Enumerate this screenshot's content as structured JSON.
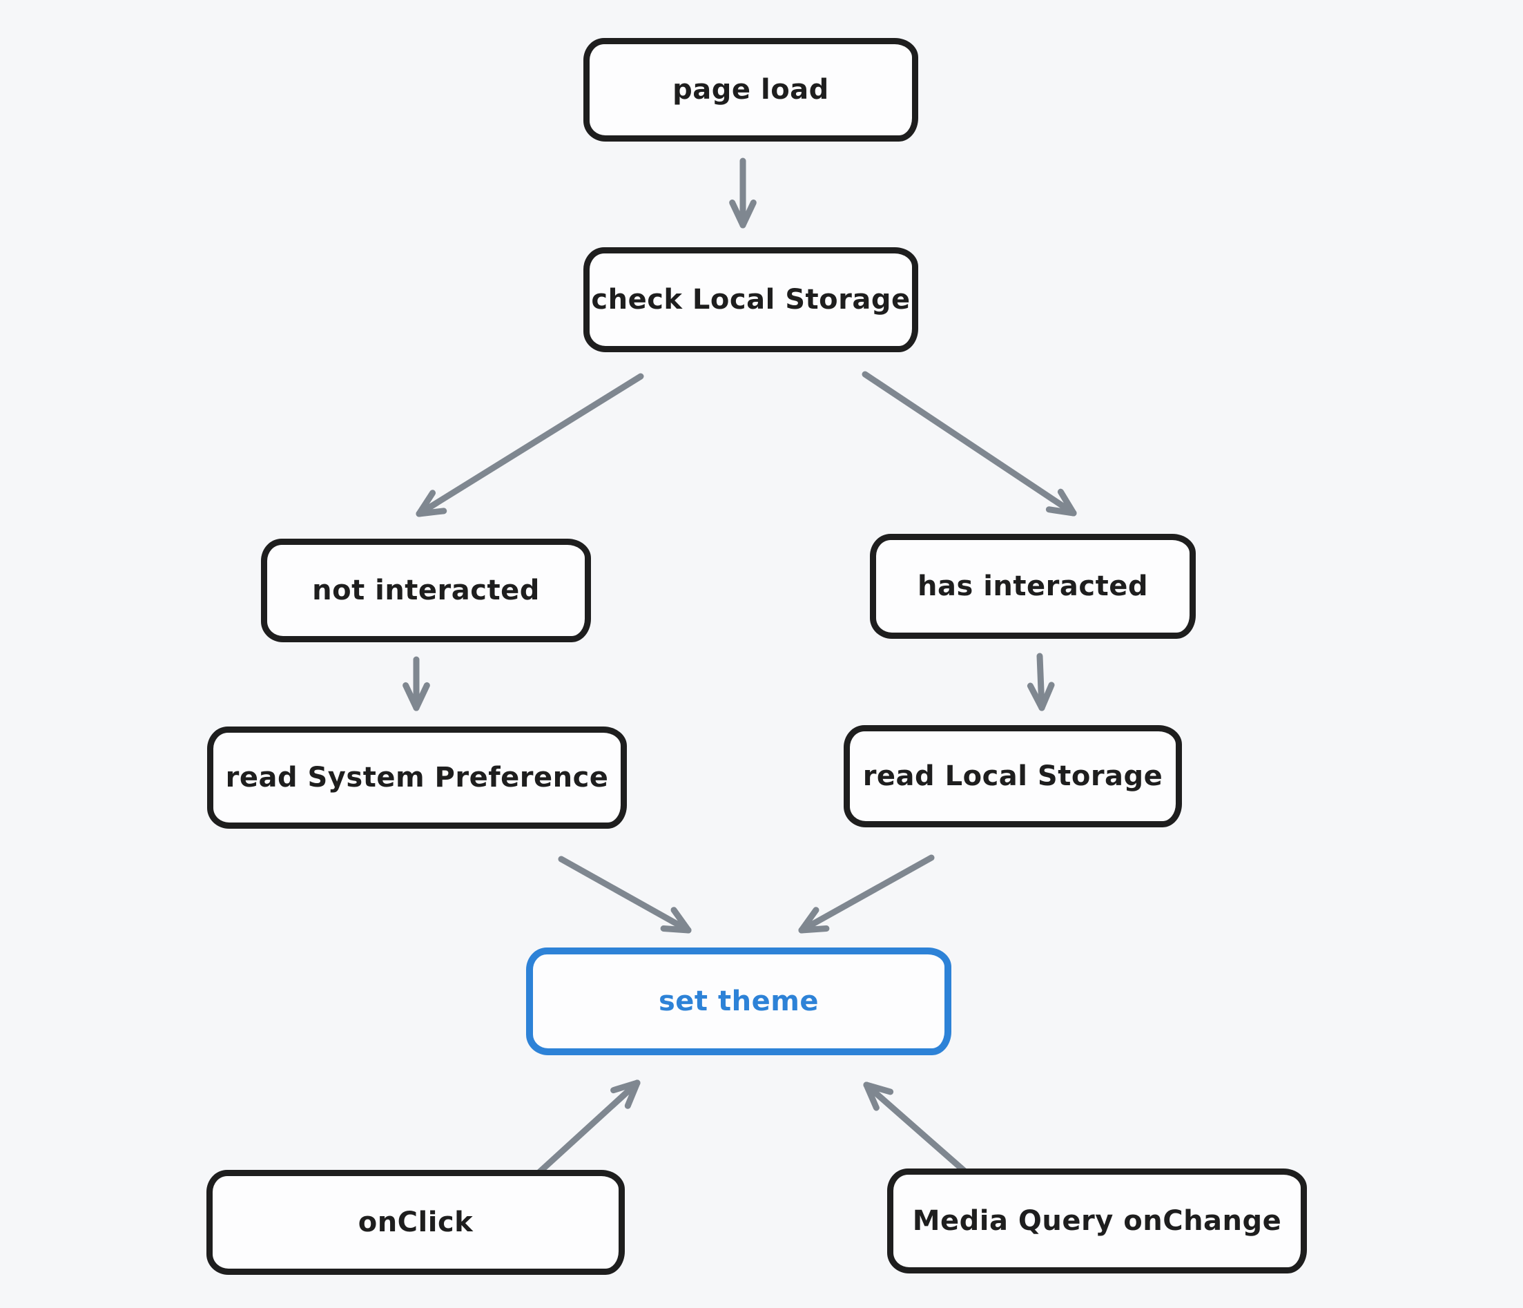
{
  "diagram": {
    "type": "flowchart",
    "nodes": [
      {
        "id": "page-load",
        "label": "page load",
        "variant": "default"
      },
      {
        "id": "check-local-storage",
        "label": "check Local Storage",
        "variant": "default"
      },
      {
        "id": "not-interacted",
        "label": "not interacted",
        "variant": "default"
      },
      {
        "id": "has-interacted",
        "label": "has interacted",
        "variant": "default"
      },
      {
        "id": "read-system-preference",
        "label": "read System Preference",
        "variant": "default"
      },
      {
        "id": "read-local-storage",
        "label": "read Local Storage",
        "variant": "default"
      },
      {
        "id": "set-theme",
        "label": "set theme",
        "variant": "accent"
      },
      {
        "id": "onclick",
        "label": "onClick",
        "variant": "default"
      },
      {
        "id": "media-query-onchange",
        "label": "Media Query onChange",
        "variant": "default"
      }
    ],
    "edges": [
      {
        "from": "page-load",
        "to": "check-local-storage"
      },
      {
        "from": "check-local-storage",
        "to": "not-interacted"
      },
      {
        "from": "check-local-storage",
        "to": "has-interacted"
      },
      {
        "from": "not-interacted",
        "to": "read-system-preference"
      },
      {
        "from": "has-interacted",
        "to": "read-local-storage"
      },
      {
        "from": "read-system-preference",
        "to": "set-theme"
      },
      {
        "from": "read-local-storage",
        "to": "set-theme"
      },
      {
        "from": "onclick",
        "to": "set-theme"
      },
      {
        "from": "media-query-onchange",
        "to": "set-theme"
      }
    ]
  },
  "colors": {
    "background": "#f6f7f9",
    "node_fill": "#fdfdfe",
    "node_stroke": "#1e1e1e",
    "node_text": "#1e1e1e",
    "accent_blue": "#2d82d7",
    "arrow_gray": "#7f8790"
  }
}
